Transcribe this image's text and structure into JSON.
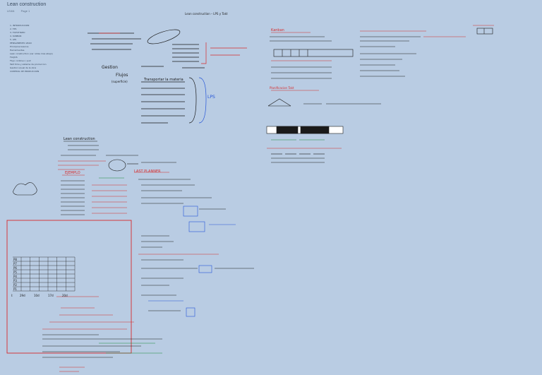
{
  "header": {
    "title": "Lean construction",
    "crumbs": [
      "LEAN",
      "Page 1"
    ]
  },
  "toc": [
    "1.    INTRODUCCION",
    "2.    TPS",
    "3.    TOYOTISMO",
    "4.    KANBAN",
    "5.    LPS",
    "PENSAMIENTO LEAN",
    "  Principios basicos",
    "  Herramientas",
    "  Lean construction (ver notas mas abajo)",
    "  FLUJOS",
    "  Flujo continuo / pull",
    "  Takt time y sistema de produccion",
    "  Gestion visual de la obra",
    "CONTROL DE PRODUCCION"
  ],
  "canvas_title": "Lean construction – LPS y Takt",
  "notes": {
    "gestion": "Gestion",
    "flujos": "Flujos",
    "superficie": "(superficie)",
    "transportar": "Transportar la materia",
    "lps": "LPS",
    "lean_construction": "Lean construction",
    "ejemplo": "EJEMPLO",
    "last_planner": "LAST PLANNER",
    "takt_title": "Planificacion Takt",
    "kanban_title": "Kanban"
  },
  "takt": {
    "rows": [
      "P8",
      "P7",
      "P6",
      "P5",
      "P4",
      "P3",
      "P2",
      "P1"
    ],
    "totals_label": "I:",
    "totals": [
      "29d",
      "10d",
      "17d",
      "20d"
    ]
  },
  "colors": {
    "ink": "#1a1a1a",
    "red": "#d82a2a",
    "blue": "#2454d8",
    "green": "#1a8a3a",
    "bg": "#b9cce3"
  }
}
